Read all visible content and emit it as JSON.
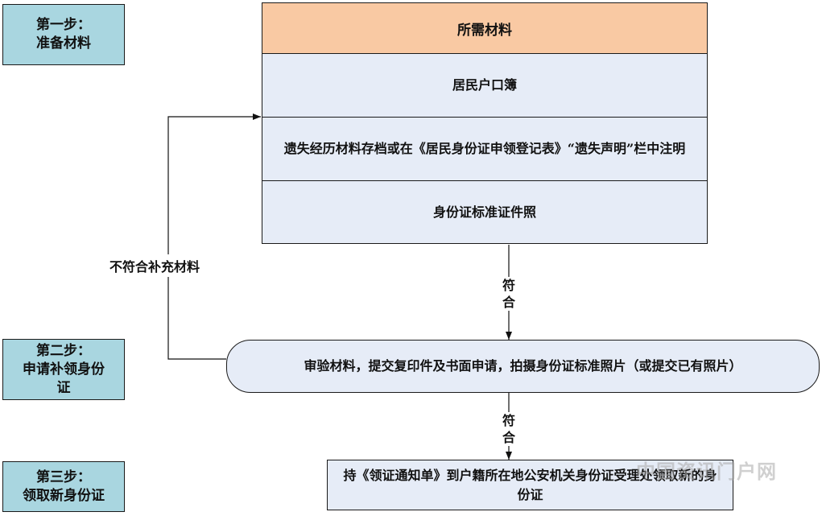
{
  "steps": [
    {
      "line1": "第一步：",
      "line2": "准备材料",
      "line3": ""
    },
    {
      "line1": "第二步：",
      "line2": "申请补领身份",
      "line3": "证"
    },
    {
      "line1": "第三步：",
      "line2": "领取新身份证",
      "line3": ""
    }
  ],
  "materials": {
    "header": "所需材料",
    "rows": [
      "居民户口簿",
      "遗失经历材料存档或在《居民身份证申领登记表》“遗失声明”栏中注明",
      "身份证标准证件照"
    ]
  },
  "process": {
    "review": "审验材料，提交复印件及书面申请，拍摄身份证标准照片（或提交已有照片）",
    "collect": "持《领证通知单》到户籍所在地公安机关身份证受理处领取新的身份证"
  },
  "connectors": {
    "match1": "符合",
    "match2": "符合",
    "reject": "不符合补充材料"
  },
  "watermark": "中国资讯门户网",
  "colors": {
    "step_fill": "#a9d6e0",
    "header_fill": "#f9c9a3",
    "row_fill": "#e6ecf7",
    "process_fill": "#e6ecf7"
  }
}
